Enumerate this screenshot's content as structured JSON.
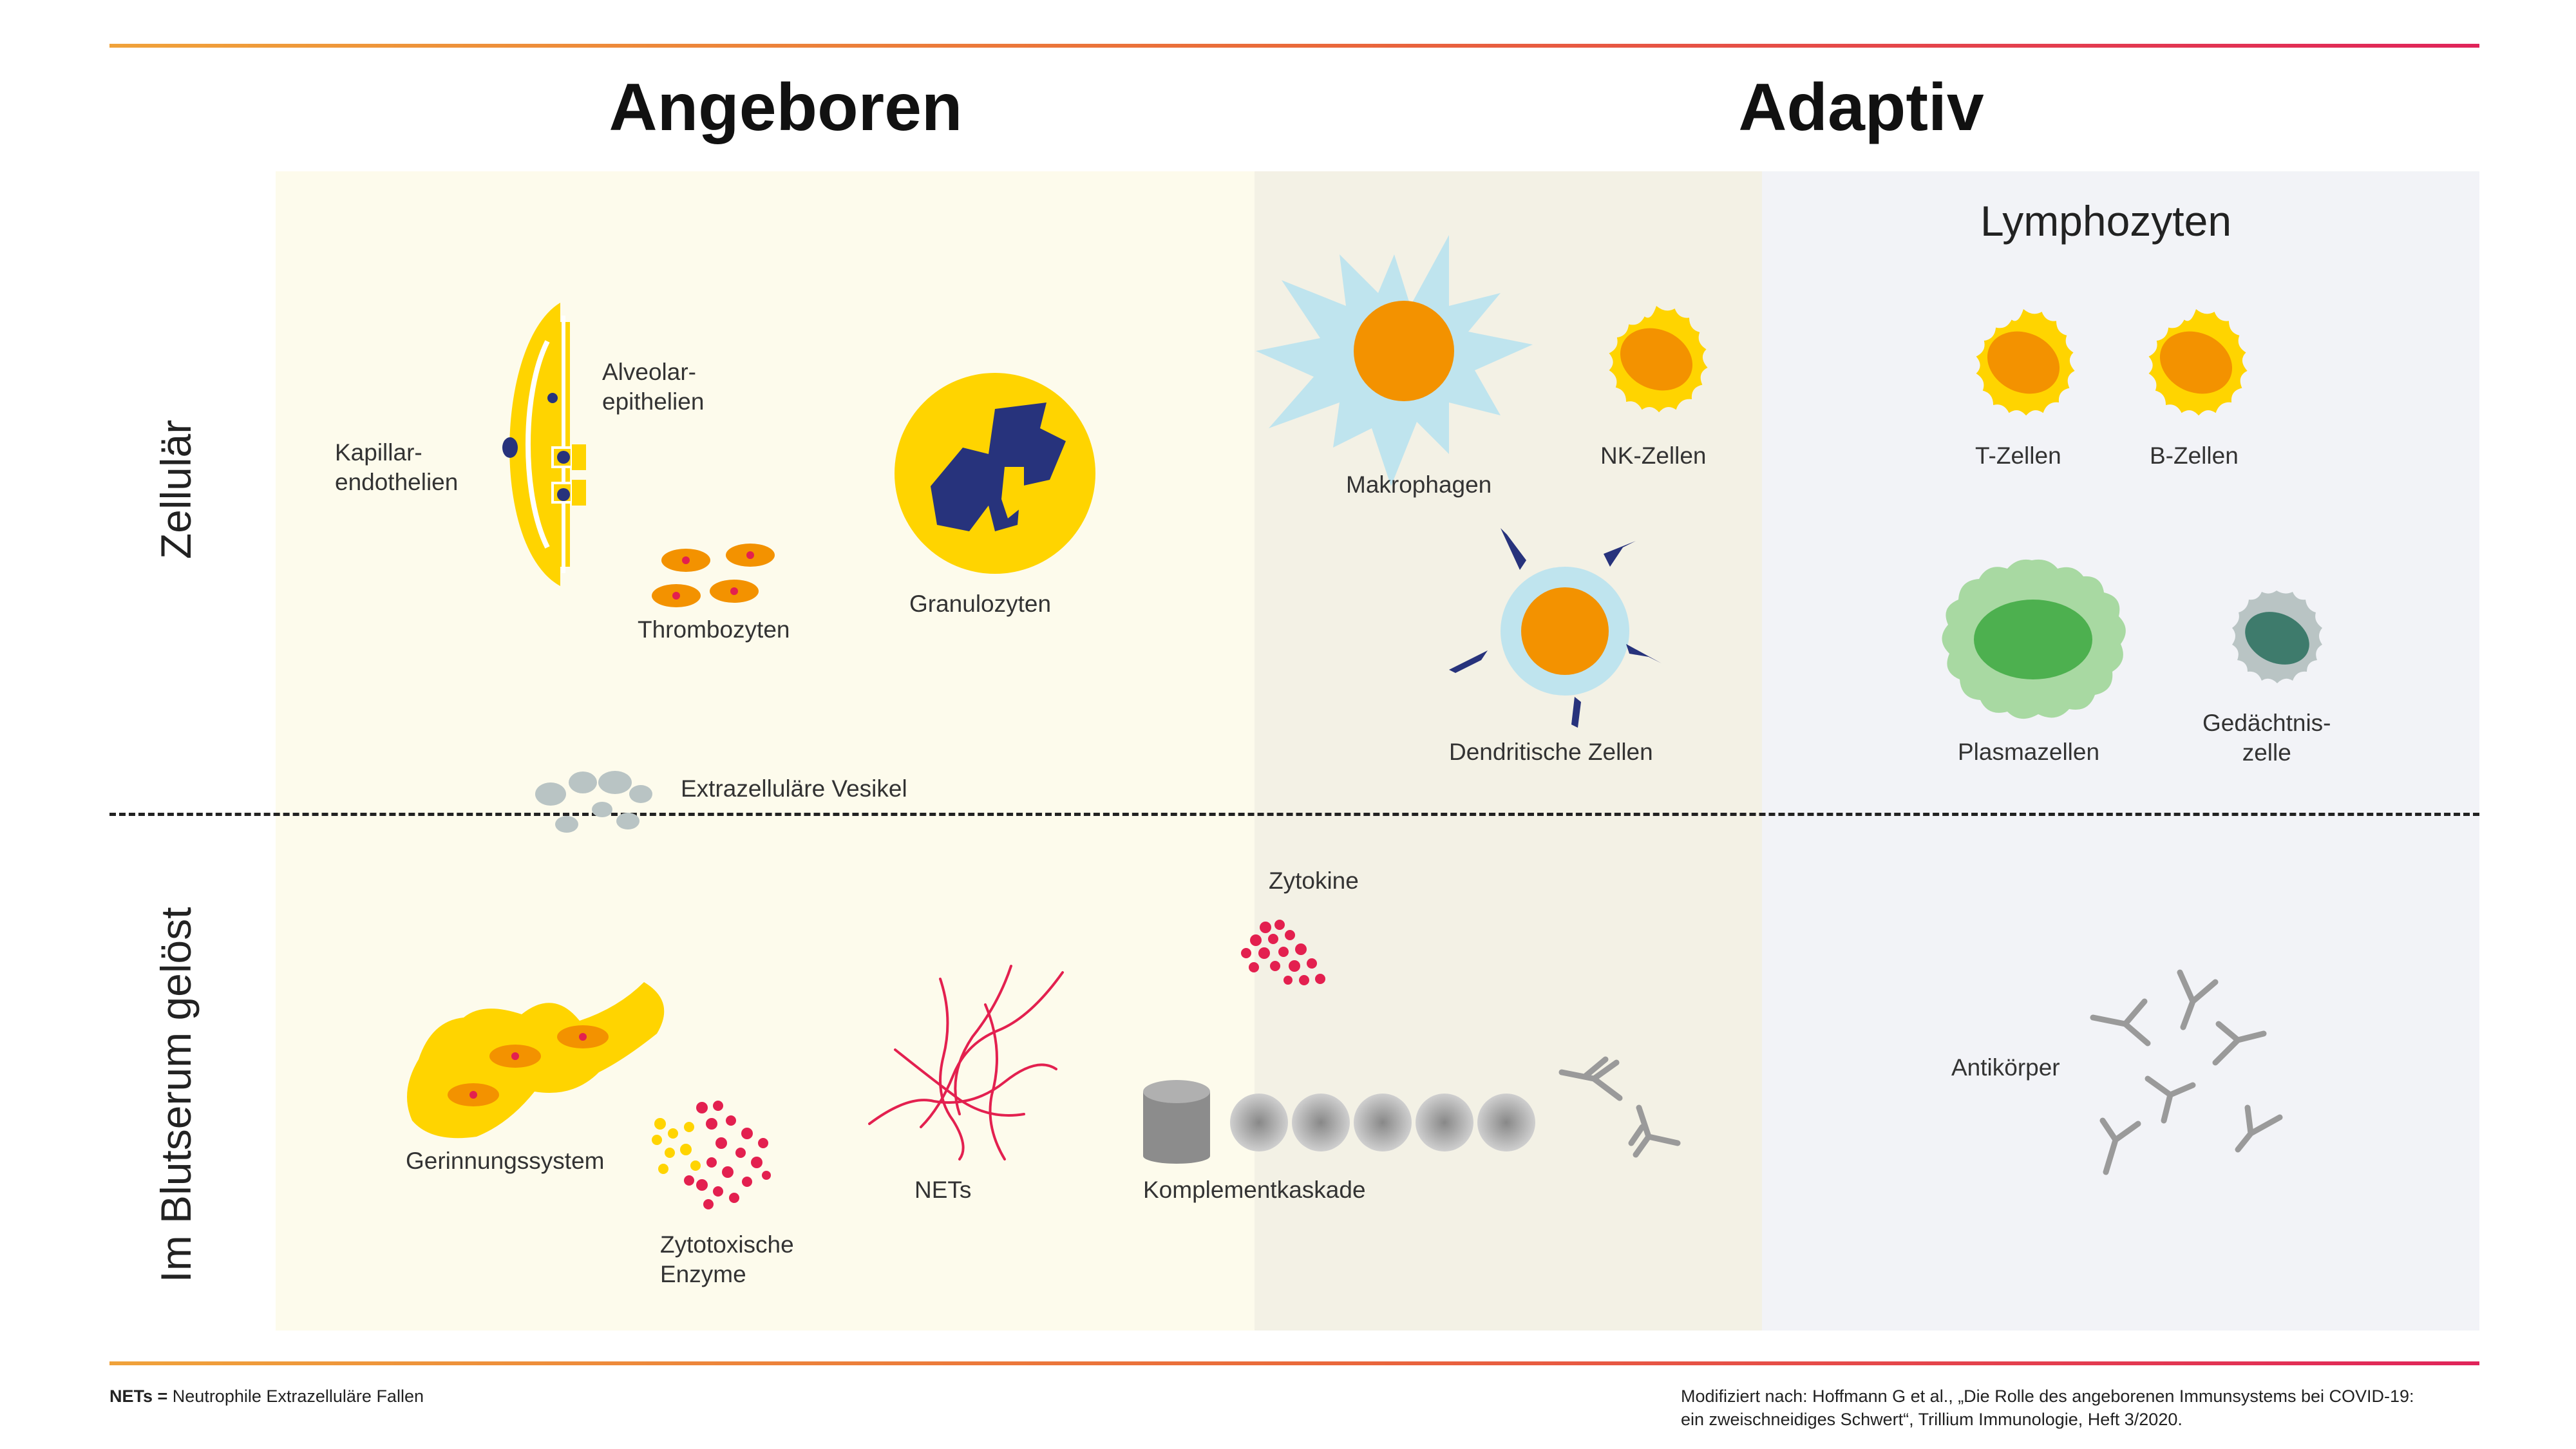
{
  "headers": {
    "innate": "Angeboren",
    "adaptive": "Adaptiv"
  },
  "lymphocytes_title": "Lymphozyten",
  "row_labels": {
    "cellular": "Zellulär",
    "serum": "Im Blutserum gelöst"
  },
  "labels": {
    "alveolar": "Alveolar-\nepithelien",
    "capillary": "Kapillar-\nendothelien",
    "thrombocytes": "Thrombozyten",
    "granulocytes": "Granulozyten",
    "macrophages": "Makrophagen",
    "nk_cells": "NK-Zellen",
    "t_cells": "T-Zellen",
    "b_cells": "B-Zellen",
    "dendritic": "Dendritische Zellen",
    "plasma": "Plasmazellen",
    "memory": "Gedächtnis-\nzelle",
    "vesicles": "Extrazelluläre Vesikel",
    "cytokines": "Zytokine",
    "coagulation": "Gerinnungssystem",
    "cytotoxic": "Zytotoxische\nEnzyme",
    "nets": "NETs",
    "complement": "Komplementkaskade",
    "antibodies": "Antikörper"
  },
  "footer": {
    "note_bold": "NETs =",
    "note_text": " Neutrophile Extrazelluläre Fallen",
    "source": "Modifiziert nach: Hoffmann G et al., „Die Rolle des angeborenen Immunsystems bei COVID-19:\nein zweischneidiges Schwert“, Trillium Immunologie, Heft 3/2020."
  },
  "colors": {
    "innate_bg": "#fdfbec",
    "overlap_bg": "#f3f1e5",
    "adaptive_bg": "#f2f3f7",
    "yellow": "#ffd400",
    "orange": "#f39200",
    "navy": "#27337c",
    "lightblue": "#bfe4ee",
    "red": "#e3204f",
    "grey": "#b9c4c4",
    "green": "#4db04f"
  }
}
